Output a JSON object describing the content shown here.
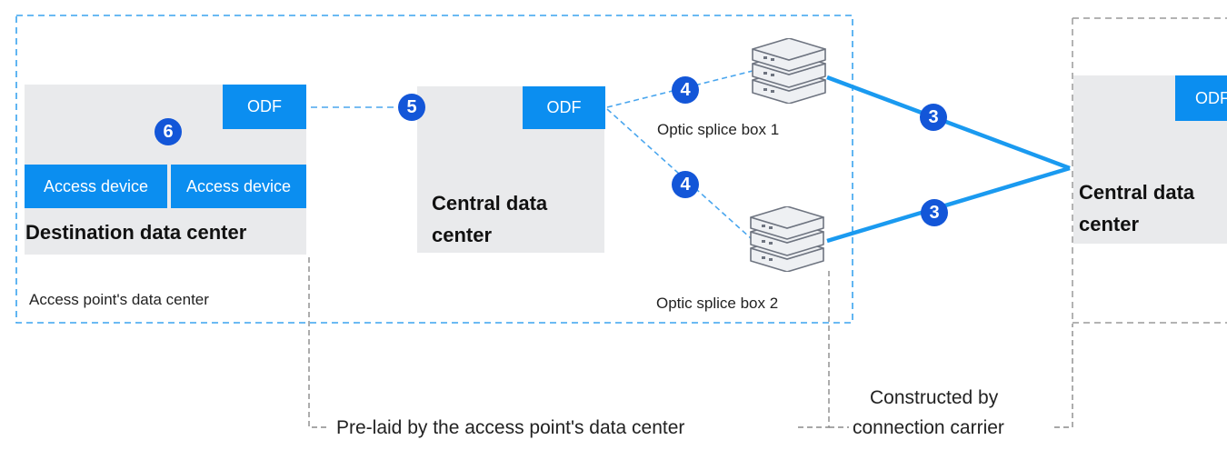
{
  "colors": {
    "accent": "#0b8ef0",
    "badge": "#1356d8",
    "gray_box": "#e9eaec",
    "dashed_gray": "#8a8a8a"
  },
  "access_point_region": {
    "label": "Access point's data center"
  },
  "destination_dc": {
    "title": "Destination data center",
    "odf_label": "ODF",
    "access_devices": [
      "Access device",
      "Access device"
    ]
  },
  "central_dc_left": {
    "title_line1": "Central data",
    "title_line2": "center",
    "odf_label": "ODF"
  },
  "central_dc_right": {
    "title_line1": "Central data",
    "title_line2": "center",
    "odf_label": "ODF"
  },
  "splice_boxes": [
    {
      "label": "Optic splice box 1",
      "icon": "server-stack-icon"
    },
    {
      "label": "Optic splice box 2",
      "icon": "server-stack-icon"
    }
  ],
  "badges": {
    "b6": "6",
    "b5": "5",
    "b4_top": "4",
    "b4_bottom": "4",
    "b3_top": "3",
    "b3_bottom": "3"
  },
  "bottom_labels": {
    "prelaid": "Pre-laid by the access point's data center",
    "carrier_line1": "Constructed by",
    "carrier_line2": "connection carrier"
  }
}
